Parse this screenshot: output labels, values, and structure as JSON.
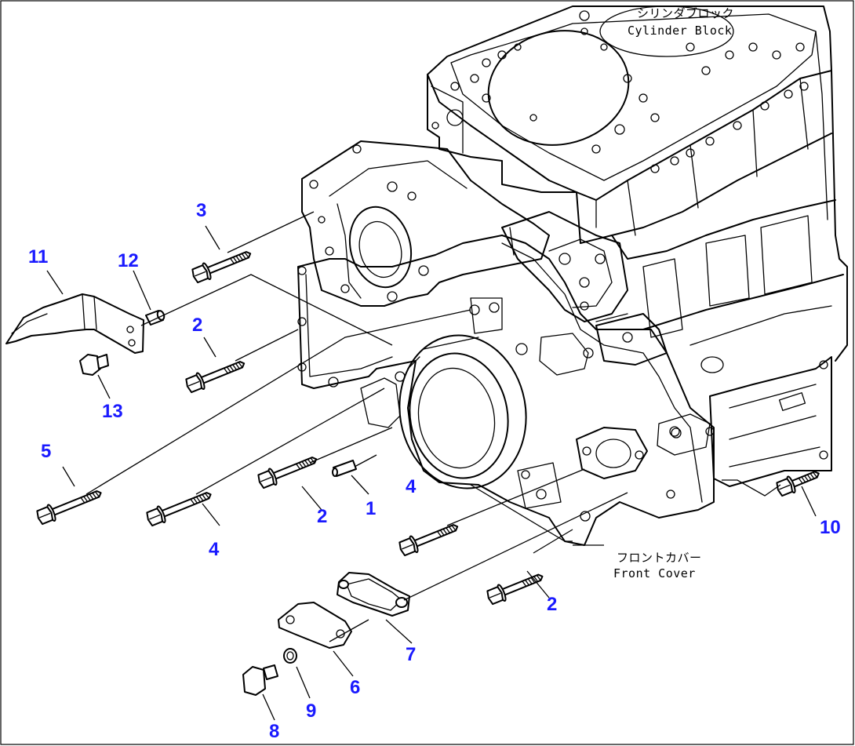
{
  "labels": {
    "cylinder_block_jp": "シリンダブロック",
    "cylinder_block_en": "Cylinder Block",
    "front_cover_jp": "フロントカバー",
    "front_cover_en": "Front Cover"
  },
  "callouts": {
    "c1": "1",
    "c2a": "2",
    "c2b": "2",
    "c2c": "2",
    "c3": "3",
    "c4a": "4",
    "c4b": "4",
    "c5": "5",
    "c6": "6",
    "c7": "7",
    "c8": "8",
    "c9": "9",
    "c10": "10",
    "c11": "11",
    "c12": "12",
    "c13": "13"
  },
  "colors": {
    "callout": "#1a1aff",
    "line": "#000000",
    "background": "#ffffff"
  }
}
